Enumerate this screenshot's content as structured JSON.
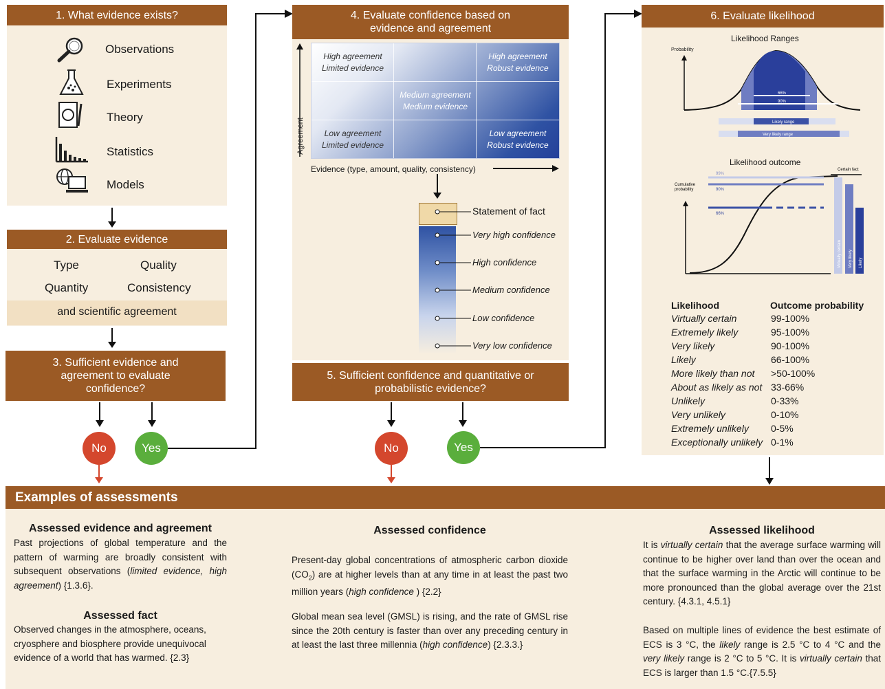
{
  "step1": {
    "title": "1. What evidence exists?",
    "items": [
      {
        "label": "Observations",
        "icon": "magnifier-icon"
      },
      {
        "label": "Experiments",
        "icon": "flask-icon"
      },
      {
        "label": "Theory",
        "icon": "document-icon"
      },
      {
        "label": "Statistics",
        "icon": "bar-chart-icon"
      },
      {
        "label": "Models",
        "icon": "globe-computer-icon"
      }
    ]
  },
  "step2": {
    "title": "2. Evaluate evidence",
    "type": "Type",
    "quality": "Quality",
    "quantity": "Quantity",
    "consistency": "Consistency",
    "agreement": "and scientific agreement"
  },
  "step3": {
    "title": "3. Sufficient evidence and agreement to evaluate confidence?",
    "no": "No",
    "yes": "Yes"
  },
  "step4": {
    "title": "4. Evaluate confidence based on evidence and agreement",
    "grid": {
      "top_left": [
        "High agreement",
        "Limited evidence"
      ],
      "top_right": [
        "High agreement",
        "Robust evidence"
      ],
      "center": [
        "Medium agreement",
        "Medium evidence"
      ],
      "bottom_left": [
        "Low agreement",
        "Limited evidence"
      ],
      "bottom_right": [
        "Low agreement",
        "Robust evidence"
      ]
    },
    "y_axis": "Agreement",
    "x_axis": "Evidence (type, amount, quality, consistency)",
    "scale": [
      "Statement of fact",
      "Very high confidence",
      "High confidence",
      "Medium confidence",
      "Low confidence",
      "Very low confidence"
    ]
  },
  "step5": {
    "title": "5. Sufficient confidence and quantitative or probabilistic evidence?",
    "no": "No",
    "yes": "Yes"
  },
  "step6": {
    "title": "6. Evaluate likelihood",
    "ranges_title": "Likelihood Ranges",
    "prob_label": "Probability",
    "pct_66": "66%",
    "pct_90": "90%",
    "likely_range": "Likely range",
    "very_likely_range": "Very likely range",
    "outcome_title": "Likelihood outcome",
    "cum_label_1": "Cumulative",
    "cum_label_2": "probability",
    "certain_label": "Certain fact",
    "pct_99": "99%",
    "pct_90b": "90%",
    "pct_66b": "66%",
    "bar_labels": [
      "Virtually certain",
      "Very likely",
      "Likely"
    ],
    "table": {
      "col1": "Likelihood",
      "col2": "Outcome probability",
      "rows": [
        [
          "Virtually certain",
          "99-100%"
        ],
        [
          "Extremely likely",
          "95-100%"
        ],
        [
          "Very likely",
          "90-100%"
        ],
        [
          "Likely",
          "66-100%"
        ],
        [
          "More likely than not",
          ">50-100%"
        ],
        [
          "About as likely as not",
          "33-66%"
        ],
        [
          "Unlikely",
          "0-33%"
        ],
        [
          "Very unlikely",
          "0-10%"
        ],
        [
          "Extremely unlikely",
          "0-5%"
        ],
        [
          "Exceptionally unlikely",
          "0-1%"
        ]
      ]
    }
  },
  "examples": {
    "title": "Examples of assessments",
    "col1": {
      "title1": "Assessed evidence and agreement",
      "p1_a": "Past projections of global temperature and the pattern of warming are broadly consistent with subsequent observations (",
      "p1_i": "limited evidence, high agreement",
      "p1_b": ") {1.3.6}.",
      "title2": "Assessed fact",
      "p2": "Observed changes in the atmosphere, oceans, cryosphere and biosphere provide unequivocal evidence of a world that has warmed. {2.3}"
    },
    "col2": {
      "title": "Assessed confidence",
      "p1_a": "Present-day global concentrations of atmospheric carbon dioxide (CO",
      "p1_sub": "2",
      "p1_b": ") are at higher levels than at any time in at least the past two million years (",
      "p1_i": "high confidence",
      "p1_c": " ) {2.2}",
      "p2_a": "Global mean sea level (GMSL) is rising, and the rate of GMSL rise since the 20th century is faster than over any preceding century in at least the last three millennia (",
      "p2_i": "high confidence",
      "p2_b": ") {2.3.3.}"
    },
    "col3": {
      "title": "Assessed likelihood",
      "p1_a": "It is ",
      "p1_i": "virtually certain",
      "p1_b": " that the average surface warming will continue to be higher over land than over the ocean and that the surface warming in the Arctic will continue to be more pronounced than the global average over the 21st century. {4.3.1, 4.5.1}",
      "p2_a": "Based on multiple lines of evidence the best estimate of ECS is 3 °C, the ",
      "p2_i1": "likely",
      "p2_b": " range is 2.5 °C to 4 °C and the ",
      "p2_i2": "very likely",
      "p2_c": " range is 2 °C to 5 °C. It is ",
      "p2_i3": "virtually certain",
      "p2_d": " that ECS is larger than 1.5 °C.{7.5.5}"
    }
  },
  "colors": {
    "header": "#9b5a25",
    "panel": "#f7eedf",
    "no": "#d4472d",
    "yes": "#5aae3c",
    "blue": "#2a3f9b"
  }
}
